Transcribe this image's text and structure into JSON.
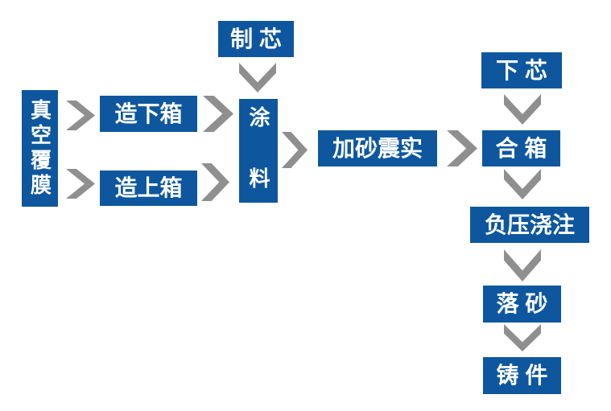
{
  "colors": {
    "box_blue": "#0e579e",
    "arrow_gray": "#8f8f8f",
    "text_white": "#ffffff",
    "background": "#ffffff"
  },
  "flowchart": {
    "title_implied": "",
    "nodes": {
      "vacuum_film": {
        "label": "真空覆膜",
        "orientation": "vertical"
      },
      "core_making": {
        "label": "制 芯",
        "orientation": "horizontal"
      },
      "make_lower_box": {
        "label": "造下箱",
        "orientation": "horizontal"
      },
      "make_upper_box": {
        "label": "造上箱",
        "orientation": "horizontal"
      },
      "coating": {
        "label": "涂 料",
        "orientation": "vertical"
      },
      "sand_vibration": {
        "label": "加砂震实",
        "orientation": "horizontal"
      },
      "lower_core": {
        "label": "下 芯",
        "orientation": "horizontal"
      },
      "close_box": {
        "label": "合 箱",
        "orientation": "horizontal"
      },
      "vacuum_pouring": {
        "label": "负压浇注",
        "orientation": "horizontal"
      },
      "shakeout": {
        "label": "落 砂",
        "orientation": "horizontal"
      },
      "casting": {
        "label": "铸 件",
        "orientation": "horizontal"
      }
    },
    "edges": [
      {
        "from": "真空覆膜",
        "to": "造下箱",
        "direction": "right"
      },
      {
        "from": "真空覆膜",
        "to": "造上箱",
        "direction": "right"
      },
      {
        "from": "制芯",
        "to": "涂料",
        "direction": "down"
      },
      {
        "from": "造下箱",
        "to": "涂料",
        "direction": "right"
      },
      {
        "from": "造上箱",
        "to": "涂料",
        "direction": "right"
      },
      {
        "from": "涂料",
        "to": "加砂震实",
        "direction": "right"
      },
      {
        "from": "加砂震实",
        "to": "合箱",
        "direction": "right"
      },
      {
        "from": "下芯",
        "to": "合箱",
        "direction": "down"
      },
      {
        "from": "合箱",
        "to": "负压浇注",
        "direction": "down"
      },
      {
        "from": "负压浇注",
        "to": "落砂",
        "direction": "down"
      },
      {
        "from": "落砂",
        "to": "铸件",
        "direction": "down"
      }
    ]
  }
}
